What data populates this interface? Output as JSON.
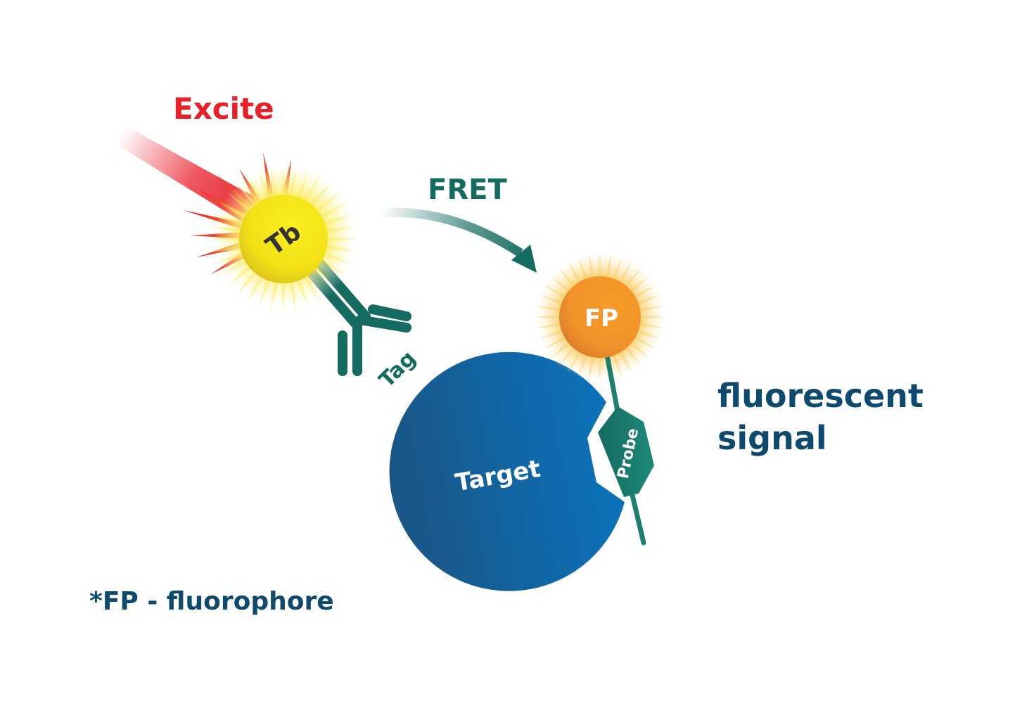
{
  "labels": {
    "excite": "Excite",
    "fret": "FRET",
    "donor": "Tb",
    "tag": "Tag",
    "acceptor": "FP",
    "target": "Target",
    "probe": "Probe",
    "signal_line1": "fluorescent",
    "signal_line2": "signal",
    "footnote": "*FP - fluorophore"
  },
  "colors": {
    "excite_red": "#e8202a",
    "teal": "#146b5f",
    "navy_text": "#0e4a6e",
    "target_blue_dark": "#1a5a8a",
    "target_blue_light": "#0a74bd",
    "tb_yellow": "#f7e51a",
    "fp_orange": "#f2922a"
  }
}
